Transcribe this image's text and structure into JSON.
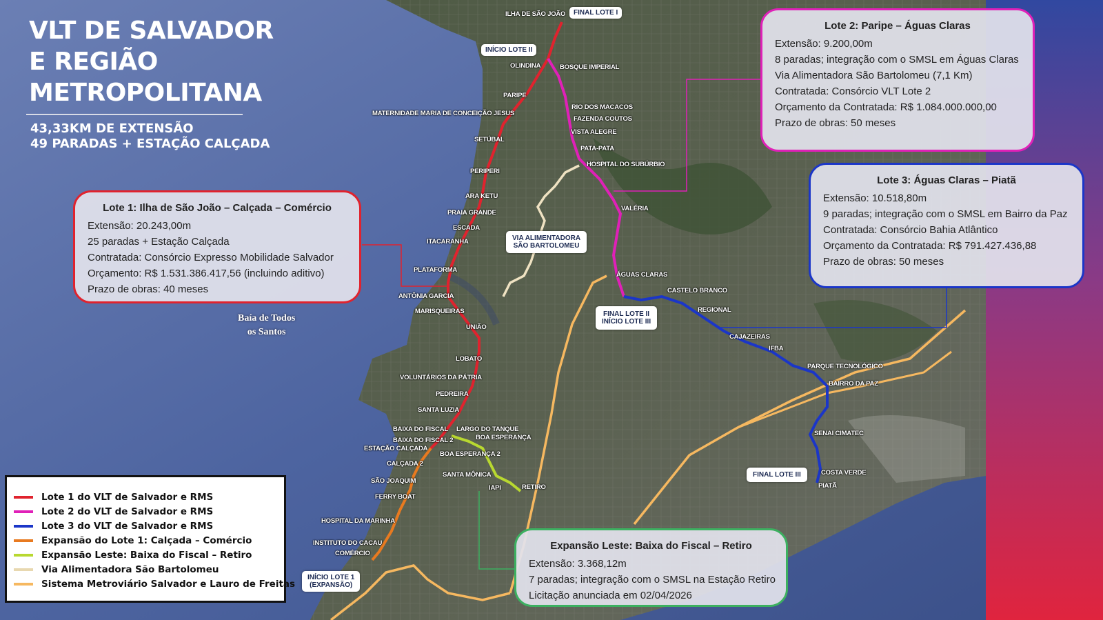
{
  "title": "VLT DE SALVADOR\nE REGIÃO\nMETROPOLITANA",
  "subtitle_line1": "43,33KM DE EXTENSÃO",
  "subtitle_line2": "49 PARADAS + ESTAÇÃO CALÇADA",
  "bay_label": "Baía de Todos\nos Santos",
  "colors": {
    "lote1": "#e0232e",
    "lote2": "#e020b8",
    "lote3": "#1b36c8",
    "expansao_lote1": "#e87a20",
    "expansao_leste": "#b8d830",
    "via_alimentadora": "#e8d8b0",
    "metro": "#f6b860"
  },
  "info_boxes": {
    "lote1": {
      "title": "Lote 1: Ilha de São João – Calçada – Comércio",
      "lines": [
        "Extensão: 20.243,00m",
        "25 paradas + Estação Calçada",
        "Contratada: Consórcio Expresso Mobilidade Salvador",
        "Orçamento: R$ 1.531.386.417,56 (incluindo aditivo)",
        "Prazo de obras: 40 meses"
      ]
    },
    "lote2": {
      "title": "Lote 2: Paripe – Águas Claras",
      "lines": [
        "Extensão: 9.200,00m",
        "8 paradas; integração com o SMSL em Águas Claras",
        "Via Alimentadora São Bartolomeu (7,1 Km)",
        "Contratada: Consórcio VLT Lote 2",
        "Orçamento da Contratada: R$ 1.084.000.000,00",
        "Prazo de obras: 50 meses"
      ]
    },
    "lote3": {
      "title": "Lote 3: Águas Claras – Piatã",
      "lines": [
        "Extensão: 10.518,80m",
        "9 paradas; integração com o SMSL em Bairro da Paz",
        "Contratada: Consórcio Bahia Atlântico",
        "Orçamento da Contratada: R$ 791.427.436,88",
        "Prazo de obras: 50 meses"
      ]
    },
    "expansao": {
      "title": "Expansão Leste: Baixa do Fiscal – Retiro",
      "lines": [
        "Extensão: 3.368,12m",
        "7 paradas; integração com o SMSL na Estação Retiro",
        "Licitação anunciada em 02/04/2026"
      ]
    }
  },
  "tags": {
    "final_lote1": "FINAL LOTE I",
    "inicio_lote2": "INÍCIO LOTE II",
    "via_alimentadora": "VIA ALIMENTADORA\nSÃO BARTOLOMEU",
    "final_lote2": "FINAL LOTE II\nINÍCIO LOTE III",
    "final_lote3": "FINAL LOTE III",
    "inicio_lote1": "INÍCIO LOTE 1\n(EXPANSÃO)"
  },
  "stations": {
    "ilha_sao_joao": "ILHA DE SÃO JOÃO",
    "olindina": "OLINDINA",
    "bosque_imperial": "BOSQUE IMPERIAL",
    "paripe": "PARIPE",
    "maternidade": "MATERNIDADE MARIA DE CONCEIÇÃO JESUS",
    "rio_macacos": "RIO DOS MACACOS",
    "fazenda_coutos": "FAZENDA COUTOS",
    "vista_alegre": "VISTA ALEGRE",
    "setubal": "SETÚBAL",
    "pata_pata": "PATA-PATA",
    "hospital_suburbio": "HOSPITAL DO SUBÚRBIO",
    "periperi": "PERIPERI",
    "ara_ketu": "ARA KETU",
    "valeria": "VALÉRIA",
    "praia_grande": "PRAIA GRANDE",
    "escada": "ESCADA",
    "itacaranha": "ITACARANHA",
    "plataforma": "PLATAFORMA",
    "aguas_claras": "ÁGUAS CLARAS",
    "castelo_branco": "CASTELO BRANCO",
    "antonia_garcia": "ANTÔNIA GARCIA",
    "regional": "REGIONAL",
    "marisqueiras": "MARISQUEIRAS",
    "uniao": "UNIÃO",
    "cajazeiras": "CAJAZEIRAS",
    "ifba": "IFBA",
    "lobato": "LOBATO",
    "parque_tecnologico": "PARQUE TECNOLÓGICO",
    "voluntarios": "VOLUNTÁRIOS DA PÁTRIA",
    "bairro_paz": "BAIRRO DA PAZ",
    "pedreira": "PEDREIRA",
    "santa_luzia": "SANTA LUZIA",
    "baixa_fiscal": "BAIXA DO FISCAL",
    "largo_tanque": "LARGO DO TANQUE",
    "senai": "SENAI CIMATEC",
    "baixa_fiscal2": "BAIXA DO FISCAL 2",
    "boa_esperanca": "BOA ESPERANÇA",
    "estacao_calcada": "ESTAÇÃO CALÇADA",
    "boa_esperanca2": "BOA ESPERANÇA 2",
    "calcada2": "CALÇADA 2",
    "santa_monica": "SANTA MÔNICA",
    "costa_verde": "COSTA VERDE",
    "sao_joaquim": "SÃO JOAQUIM",
    "iapi": "IAPI",
    "retiro": "RETIRO",
    "piata": "PIATÃ",
    "ferry_boat": "FERRY BOAT",
    "hospital_marinha": "HOSPITAL DA MARINHA",
    "instituto_cacau": "INSTITUTO DO CACAU",
    "comercio": "COMÉRCIO"
  },
  "legend": [
    {
      "label": "Lote 1 do VLT de Salvador e RMS",
      "color": "#e0232e"
    },
    {
      "label": "Lote 2 do VLT de Salvador e RMS",
      "color": "#e020b8"
    },
    {
      "label": "Lote 3 do VLT de Salvador e RMS",
      "color": "#1b36c8"
    },
    {
      "label": "Expansão do Lote 1: Calçada – Comércio",
      "color": "#e87a20"
    },
    {
      "label": "Expansão Leste: Baixa do Fiscal – Retiro",
      "color": "#b8d830"
    },
    {
      "label": "Via Alimentadora São Bartolomeu",
      "color": "#e8d8b0"
    },
    {
      "label": "Sistema Metroviário Salvador e Lauro de Freitas",
      "color": "#f6b860"
    }
  ]
}
